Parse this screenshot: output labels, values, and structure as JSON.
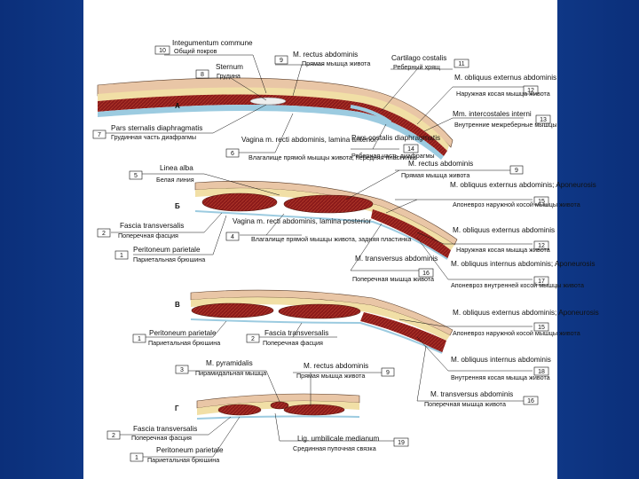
{
  "sections": [
    "А",
    "Б",
    "В",
    "Г"
  ],
  "labels": [
    {
      "n": "10",
      "latin": "Integumentum commune",
      "ru": "Общий покров"
    },
    {
      "n": "8",
      "latin": "Sternum",
      "ru": "Грудина"
    },
    {
      "n": "9",
      "latin": "M. rectus abdominis",
      "ru": "Прямая мышца живота"
    },
    {
      "n": "11",
      "latin": "Cartilago costalis",
      "ru": "Реберный хрящ"
    },
    {
      "n": "12",
      "latin": "M. obliquus externus abdominis",
      "ru": "Наружная косая мышца живота"
    },
    {
      "n": "13",
      "latin": "Mm. intercostales interni",
      "ru": "Внутренние межреберные мышцы"
    },
    {
      "n": "7",
      "latin": "Pars sternalis diaphragmatis",
      "ru": "Грудинная часть диафрагмы"
    },
    {
      "n": "6",
      "latin": "Vagina m. recti abdominis, lamina anterior",
      "ru": "Влагалище прямой мышцы живота, передняя пластинка"
    },
    {
      "n": "14",
      "latin": "Pars costalis diaphragmatis",
      "ru": "Реберная часть диафрагмы"
    },
    {
      "n": "5",
      "latin": "Linea alba",
      "ru": "Белая линия"
    },
    {
      "n": "15",
      "latin": "M. obliquus externus abdominis; Aponeurosis",
      "ru": "Апоневроз наружной косой мышцы живота"
    },
    {
      "n": "2",
      "latin": "Fascia transversalis",
      "ru": "Поперечная фасция"
    },
    {
      "n": "4",
      "latin": "Vagina m. recti abdominis, lamina posterior",
      "ru": "Влагалище прямой мышцы живота, задняя пластинка"
    },
    {
      "n": "1",
      "latin": "Peritoneum parietale",
      "ru": "Париетальная брюшина"
    },
    {
      "n": "16",
      "latin": "M. transversus abdominis",
      "ru": "Поперечная мышца живота"
    },
    {
      "n": "17",
      "latin": "M. obliquus internus abdominis; Aponeurosis",
      "ru": "Апоневроз внутренней косой мышцы живота"
    },
    {
      "n": "18",
      "latin": "M. obliquus internus abdominis",
      "ru": "Внутренняя косая мышца живота"
    },
    {
      "n": "3",
      "latin": "M. pyramidalis",
      "ru": "Пирамидальная мышца"
    },
    {
      "n": "19",
      "latin": "Lig. umbilicale medianum",
      "ru": "Срединная пупочная связка"
    }
  ],
  "colors": {
    "background": "#1a4fa8",
    "panel": "#ffffff",
    "muscle": "#8b1a1a",
    "fat": "#f1dfa6",
    "skin": "#e9c6a6",
    "fascia": "#9ccbe0"
  }
}
